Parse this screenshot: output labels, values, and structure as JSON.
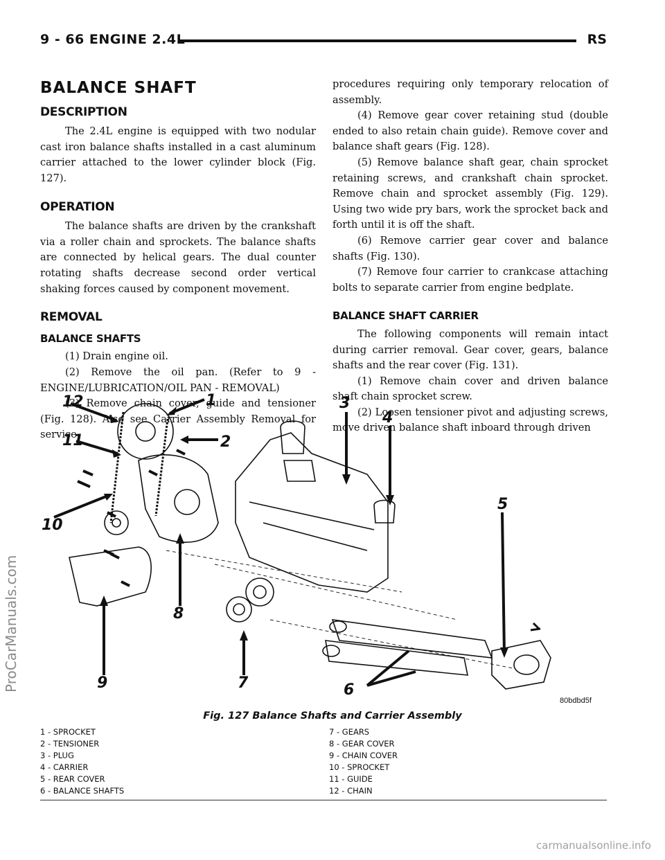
{
  "header": {
    "left": "9 - 66    ENGINE 2.4L",
    "right": "RS"
  },
  "title": "BALANCE SHAFT",
  "left_column": {
    "description_heading": "DESCRIPTION",
    "description_text": "The 2.4L engine is equipped with two nodular cast iron balance shafts installed in a cast aluminum carrier attached to the lower cylinder block (Fig. 127).",
    "operation_heading": "OPERATION",
    "operation_text": "The balance shafts are driven by the crankshaft via a roller chain and sprockets. The balance shafts are connected by helical gears. The dual counter rotating shafts decrease second order vertical shaking forces caused by component movement.",
    "removal_heading": "REMOVAL",
    "balance_shafts_heading": "BALANCE SHAFTS",
    "steps": [
      "(1) Drain engine oil.",
      "(2) Remove the oil pan. (Refer to 9 - ENGINE/LUBRICATION/OIL PAN - REMOVAL)",
      "(3) Remove chain cover, guide and tensioner (Fig. 128). Also see Carrier Assembly Removal for service"
    ]
  },
  "right_column": {
    "continued": "procedures requiring only temporary relocation of assembly.",
    "steps": [
      "(4) Remove gear cover retaining stud (double ended to also retain chain guide). Remove cover and balance shaft gears (Fig. 128).",
      "(5) Remove balance shaft gear, chain sprocket retaining screws, and crankshaft chain sprocket. Remove chain and sprocket assembly (Fig. 129). Using two wide pry bars, work the sprocket back and forth until it is off the shaft.",
      "(6) Remove carrier gear cover and balance shafts (Fig. 130).",
      "(7) Remove four carrier to crankcase attaching bolts to separate carrier from engine bedplate."
    ],
    "carrier_heading": "BALANCE SHAFT CARRIER",
    "carrier_text": "The following components will remain intact during carrier removal. Gear cover, gears, balance shafts and the rear cover (Fig. 131).",
    "carrier_steps": [
      "(1)  Remove chain cover and driven balance shaft chain sprocket screw.",
      "(2) Loosen tensioner pivot and adjusting screws, move driven balance shaft inboard through driven"
    ]
  },
  "figure": {
    "code": "80bdbd5f",
    "callouts": [
      "1",
      "2",
      "3",
      "4",
      "5",
      "6",
      "7",
      "8",
      "9",
      "10",
      "11",
      "12"
    ]
  },
  "caption": "Fig. 127 Balance Shafts and Carrier Assembly",
  "legend": {
    "col1": [
      "1 - SPROCKET",
      "2 - TENSIONER",
      "3 - PLUG",
      "4 - CARRIER",
      "5 - REAR COVER",
      "6 - BALANCE SHAFTS"
    ],
    "col2": [
      "7 - GEARS",
      "8 - GEAR COVER",
      "9 - CHAIN COVER",
      "10 - SPROCKET",
      "11 - GUIDE",
      "12 - CHAIN"
    ]
  },
  "watermarks": {
    "side": "ProCarManuals.com",
    "bottom": "carmanualsonline.info"
  }
}
